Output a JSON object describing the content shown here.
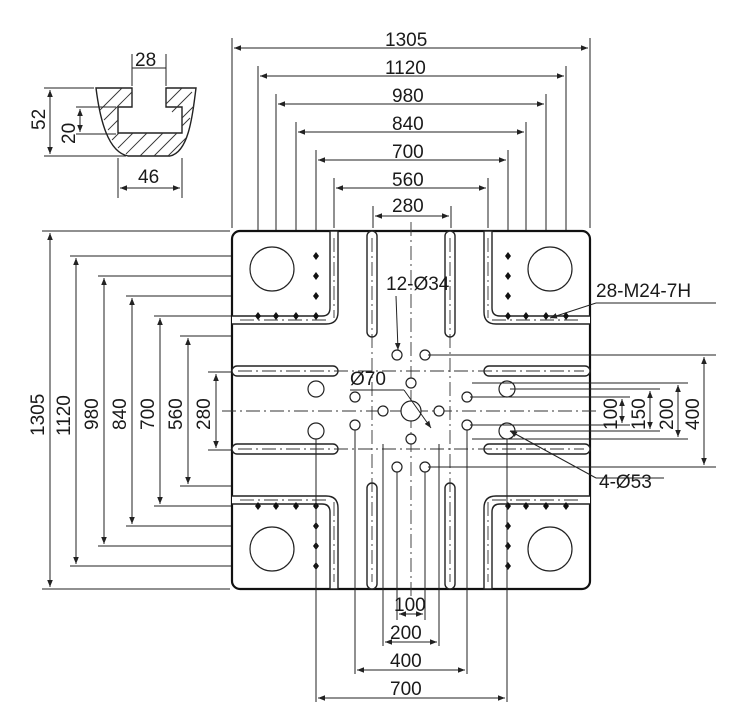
{
  "labels": {
    "horizontal": [
      "1305",
      "1120",
      "980",
      "840",
      "700",
      "560",
      "280"
    ],
    "vertical": [
      "1305",
      "1120",
      "980",
      "840",
      "700",
      "560",
      "280"
    ],
    "right_side": [
      "100",
      "150",
      "200",
      "400"
    ],
    "bottom": [
      "100",
      "200",
      "400",
      "700"
    ],
    "section": {
      "slot_width": "28",
      "depth": "52",
      "neck": "20",
      "base_width": "46"
    },
    "callouts": {
      "center_holes": "12-Ø34",
      "center_bore": "Ø70",
      "tapped_holes": "28-M24-7H",
      "tie_bar_holes": "4-Ø53"
    }
  }
}
